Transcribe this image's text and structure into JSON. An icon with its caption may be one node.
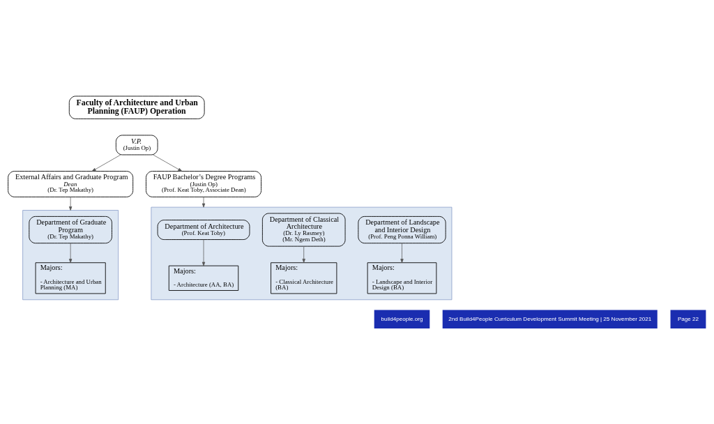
{
  "diagram": {
    "nodes": [
      {
        "text": [
          "Faculty of Architecture and Urban Planning (FAUP) Operation"
        ]
      },
      {
        "text": [
          "V.P.",
          "(Justin Op)"
        ]
      },
      {
        "text": [
          "External Affairs and Graduate Program",
          "Dean",
          "(Dr. Tep Makathy)"
        ]
      },
      {
        "text": [
          "FAUP Bachelor’s Degree Programs",
          "(Justin Op)",
          "(Prof. Keat Toby, Associate Dean)"
        ]
      },
      {
        "text": [],
        "shape": "box"
      },
      {
        "text": [
          "Department of Graduate Program",
          "(Dr. Tep Makathy)"
        ],
        "in": 4
      },
      {
        "text": [
          "Majors:",
          "- Architecture and Urban Planning (MA)"
        ],
        "in": 4
      },
      {
        "text": [],
        "shape": "box"
      },
      {
        "text": [
          "Department of Architecture",
          "(Prof. Keat Toby)"
        ],
        "in": 7
      },
      {
        "text": [
          "Majors:",
          "- Architecture (AA, BA)"
        ],
        "in": 7
      },
      {
        "text": [
          "Department of Classical Architecture",
          "(Dr. Ly Rasmey)",
          "(Mr. Ngem Deth)"
        ],
        "in": 7
      },
      {
        "text": [
          "Majors:",
          "- Classical Architecture (BA)"
        ],
        "in": 7
      },
      {
        "text": [
          "Department of Landscape and Interior Design",
          "(Prof. Peng Ponna William)"
        ],
        "in": 7
      },
      {
        "text": [
          "Majors:",
          "- Landscape and Interior Design (BA)"
        ],
        "in": 7
      }
    ],
    "edges": [
      {
        "from": 1,
        "to": 2,
        "arrow": "to"
      },
      {
        "from": 1,
        "to": 3,
        "arrow": "to"
      },
      {
        "from": 2,
        "to": 4,
        "arrow": "to"
      },
      {
        "from": 3,
        "to": 7,
        "arrow": "to"
      },
      {
        "from": 5,
        "to": 6,
        "arrow": "to"
      },
      {
        "from": 8,
        "to": 9,
        "arrow": "to"
      },
      {
        "from": 10,
        "to": 11,
        "arrow": "to"
      },
      {
        "from": 12,
        "to": 13,
        "arrow": "to"
      }
    ],
    "labels": [
      "build4people.org",
      "2nd Build4People Curriculum Development Summit Meeting | 25 November 2021",
      "Page 22"
    ]
  }
}
